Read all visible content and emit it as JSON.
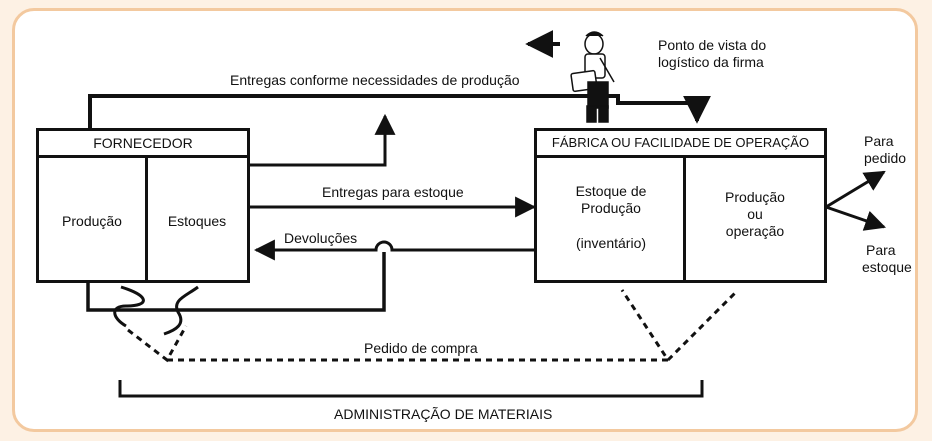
{
  "logistician_caption": [
    "Ponto de vista do",
    "logístico da firma"
  ],
  "supplier": {
    "title": "FORNECEDOR",
    "cells": [
      "Produção",
      "Estoques"
    ]
  },
  "factory": {
    "title": "FÁBRICA OU FACILIDADE DE OPERAÇÃO",
    "inventory_cell": [
      "Estoque de",
      "Produção",
      "(inventário)"
    ],
    "operation_cell": [
      "Produção",
      "ou",
      "operação"
    ]
  },
  "flows": {
    "deliveries_needs": "Entregas conforme necessidades de produção",
    "deliveries_stock": "Entregas para estoque",
    "returns": "Devoluções",
    "purchase_order": "Pedido de compra"
  },
  "outputs": {
    "to_order": [
      "Para",
      "pedido"
    ],
    "to_stock": [
      "Para",
      "estoque"
    ]
  },
  "bottom_label": "ADMINISTRAÇÃO DE MATERIAIS"
}
